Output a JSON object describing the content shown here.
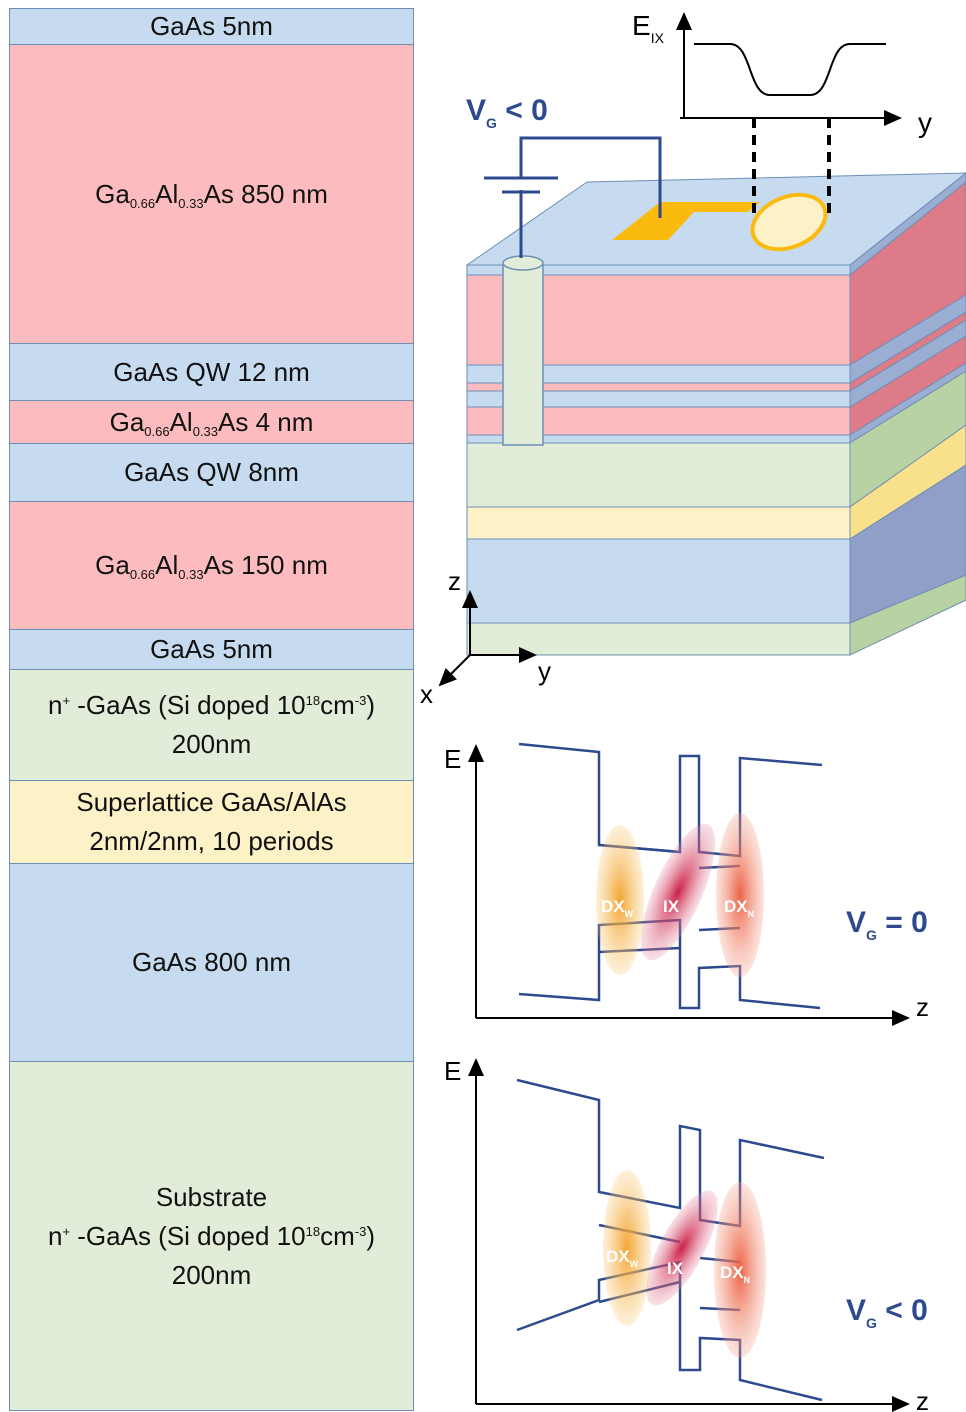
{
  "layers": [
    {
      "label": "GaAs 5nm"
    },
    {
      "pre": "Ga",
      "s1": "0.66",
      "mid": "Al",
      "s2": "0.33",
      "post": "As 850 nm"
    },
    {
      "label": "GaAs QW 12 nm"
    },
    {
      "pre": "Ga",
      "s1": "0.66",
      "mid": "Al",
      "s2": "0.33",
      "post": "As  4 nm"
    },
    {
      "label": "GaAs QW 8nm"
    },
    {
      "pre": "Ga",
      "s1": "0.66",
      "mid": "Al",
      "s2": "0.33",
      "post": "As  150 nm"
    },
    {
      "label": "GaAs 5nm"
    },
    {
      "line1_a": "n",
      "line1_sup": "+",
      "line1_b": " -GaAs (Si doped 10",
      "line1_exp": "18",
      "line1_c": "cm",
      "line1_exp2": "-3",
      "line1_d": ")",
      "line2": "200nm"
    },
    {
      "line1": "Superlattice GaAs/AlAs",
      "line2": "2nm/2nm, 10 periods"
    },
    {
      "label": "GaAs 800 nm"
    },
    {
      "line0": "Substrate",
      "line1_a": "n",
      "line1_sup": "+",
      "line1_b": " -GaAs (Si doped 10",
      "line1_exp": "18",
      "line1_c": "cm",
      "line1_exp2": "-3",
      "line1_d": ")",
      "line2": "200nm"
    }
  ],
  "device": {
    "gate_voltage": {
      "v": "V",
      "sub": "G",
      "rest": " < 0"
    },
    "energy_profile": {
      "e": "E",
      "sub": "IX",
      "y_axis": "y"
    },
    "axes": {
      "z": "z",
      "y": "y",
      "x": "x"
    }
  },
  "band_diagrams": [
    {
      "e_axis": "E",
      "z_axis": "z",
      "state": {
        "v": "V",
        "sub": "G",
        "rest": " = 0"
      },
      "labels": {
        "dxw": "DX",
        "dxw_sub": "W",
        "ix": "IX",
        "dxn": "DX",
        "dxn_sub": "N"
      }
    },
    {
      "e_axis": "E",
      "z_axis": "z",
      "state": {
        "v": "V",
        "sub": "G",
        "rest": " < 0"
      },
      "labels": {
        "dxw": "DX",
        "dxw_sub": "W",
        "ix": "IX",
        "dxn": "DX",
        "dxn_sub": "N"
      }
    }
  ],
  "colors": {
    "blue_layer": "#c6dbef",
    "red_layer": "#fcbcbf",
    "green_layer": "#e1ecd9",
    "yellow_layer": "#fdf1c7",
    "accent": "#2e4a8f",
    "gate": "#fbbb0e"
  }
}
